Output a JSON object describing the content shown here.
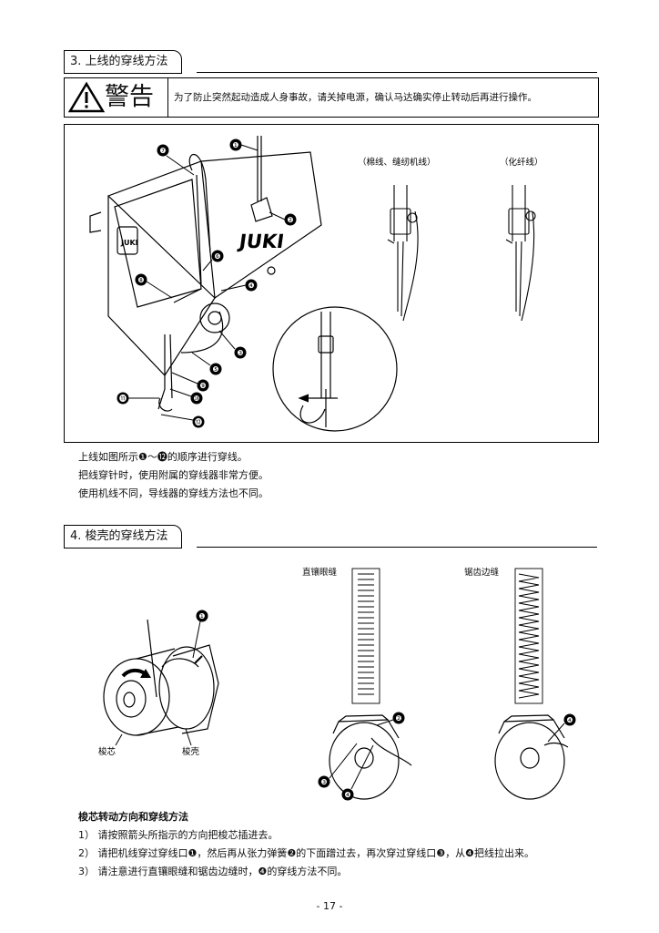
{
  "section3": {
    "title": "3. 上线的穿线方法",
    "warning_word": "警告",
    "warning_text": "为了防止突然起动造成人身事故，请关掉电源，确认马达确实停止转动后再进行操作。",
    "brand": "JUKI",
    "label_cotton": "（棉线、缝纫机线）",
    "label_synthetic": "（化纤线）",
    "callouts": [
      "❶",
      "❷",
      "❸",
      "❹",
      "❺",
      "❻",
      "❼",
      "❽",
      "❾",
      "❿",
      "⓫",
      "⓬"
    ],
    "para1_pre": "上线如图所示",
    "para1_n1": "❶",
    "para1_tilde": "～",
    "para1_n2": "⓬",
    "para1_post": "的顺序进行穿线。",
    "para2": "把线穿针时，使用附属的穿线器非常方便。",
    "para3": "使用机线不同，导线器的穿线方法也不同。"
  },
  "section4": {
    "title": "4. 梭壳的穿线方法",
    "label_straight": "直镶眼缝",
    "label_zigzag": "锯齿边缝",
    "label_bobbin": "梭芯",
    "label_case": "梭壳",
    "subheading": "梭芯转动方向和穿线方法",
    "step1": "1） 请按照箭头所指示的方向把梭芯插进去。",
    "step2_a": "2） 请把机线穿过穿线口",
    "step2_n1": "❶",
    "step2_b": "，然后再从张力弹簧",
    "step2_n2": "❷",
    "step2_c": "的下面蹭过去，再次穿过穿线口",
    "step2_n3": "❸",
    "step2_d": "，从",
    "step2_n4": "❹",
    "step2_e": "把线拉出来。",
    "step3_a": "3） 请注意进行直镶眼缝和锯齿边缝时，",
    "step3_n": "❹",
    "step3_b": "的穿线方法不同。"
  },
  "page_number": "- 17 -"
}
